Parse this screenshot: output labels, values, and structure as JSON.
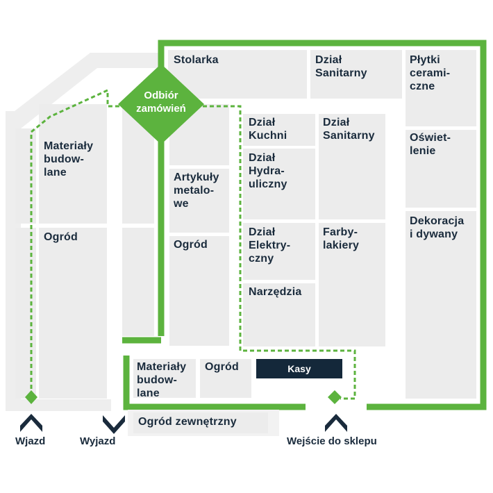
{
  "colors": {
    "accent_green": "#5cb33e",
    "zone_fill": "#ececec",
    "outer_path": "#eeeeee",
    "text_dark": "#1a2b3c",
    "kasy_fill": "#14283a"
  },
  "pickup": {
    "label": "Odbiór\nzamówień"
  },
  "zones": {
    "stolarka": "Stolarka",
    "sanitarny_top": "Dział\nSanitarny",
    "plytki": "Płytki\ncerami-\nczne",
    "oswietlenie": "Oświet-\nlenie",
    "dekoracja": "Dekoracja\ni dywany",
    "kuchni": "Dział\nKuchni",
    "sanitarny_mid": "Dział\nSanitarny",
    "hydraulika": "Dział\nHydra-\nuliczny",
    "elektryka": "Dział\nElektry-\nczny",
    "farby": "Farby-\nlakiery",
    "narzedzia": "Narzędzia",
    "artykuly": "Artykuły\nmetalo-\nwe",
    "ogrod_inner": "Ogród",
    "materialy_left": "Materiały\nbudow-\nlane",
    "ogrod_left": "Ogród",
    "materialy_bottom": "Materiały\nbudow-\nlane",
    "ogrod_bottom": "Ogród",
    "kasy": "Kasy",
    "ogrod_zewnetrzny": "Ogród zewnętrzny"
  },
  "exits": {
    "wjazd": "Wjazd",
    "wyjazd": "Wyjazd",
    "wejscie": "Wejście do sklepu"
  }
}
